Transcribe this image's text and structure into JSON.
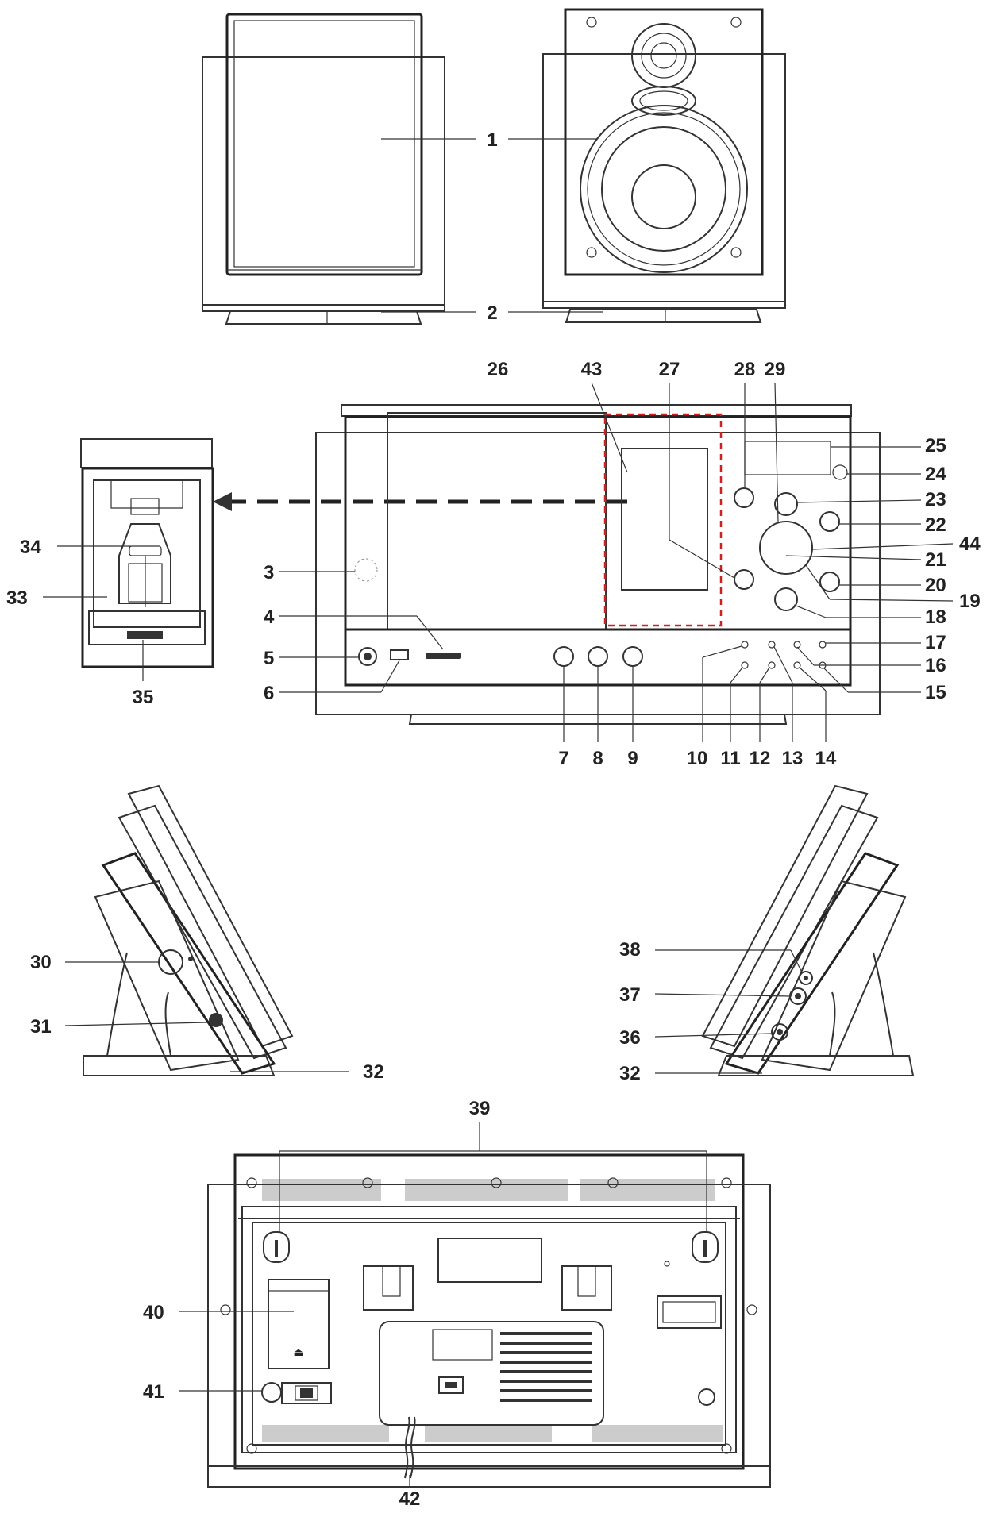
{
  "callouts": {
    "c1": "1",
    "c2": "2",
    "c3": "3",
    "c4": "4",
    "c5": "5",
    "c6": "6",
    "c7": "7",
    "c8": "8",
    "c9": "9",
    "c10": "10",
    "c11": "11",
    "c12": "12",
    "c13": "13",
    "c14": "14",
    "c15": "15",
    "c16": "16",
    "c17": "17",
    "c18": "18",
    "c19": "19",
    "c20": "20",
    "c21": "21",
    "c22": "22",
    "c23": "23",
    "c24": "24",
    "c25": "25",
    "c26": "26",
    "c27": "27",
    "c28": "28",
    "c29": "29",
    "c30": "30",
    "c31": "31",
    "c32a": "32",
    "c32b": "32",
    "c33": "33",
    "c34": "34",
    "c35": "35",
    "c36": "36",
    "c37": "37",
    "c38": "38",
    "c39": "39",
    "c40": "40",
    "c41": "41",
    "c42": "42",
    "c43": "43",
    "c44": "44"
  },
  "icons": {
    "dock_arrow": "arrow-left-icon",
    "speaker_driver": "speaker-icon"
  },
  "colors": {
    "line": "#333333",
    "highlight_box": "#cc2222",
    "background": "#ffffff"
  }
}
